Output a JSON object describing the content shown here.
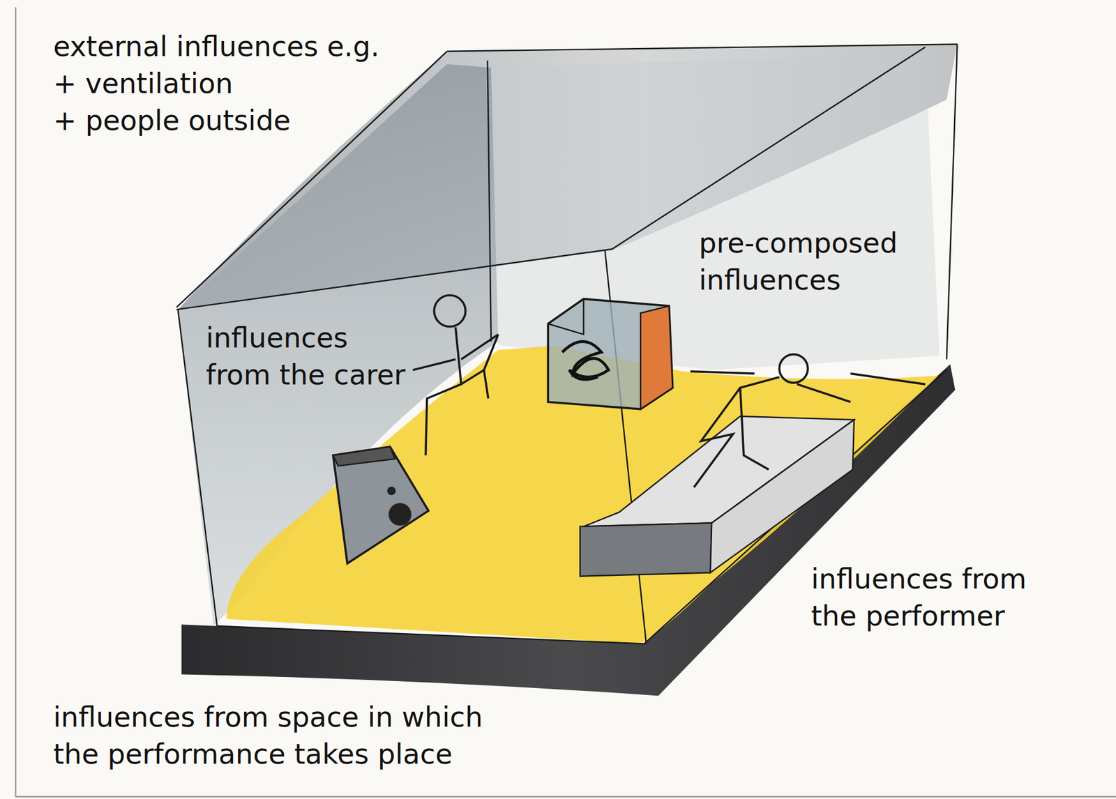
{
  "diagram": {
    "labels": [
      "external influences e.g.",
      "+ ventilation",
      "+ people outside",
      "pre-composed influences",
      "influences from the carer",
      "influences from the performer",
      "influences from space in which the performance takes place"
    ]
  }
}
